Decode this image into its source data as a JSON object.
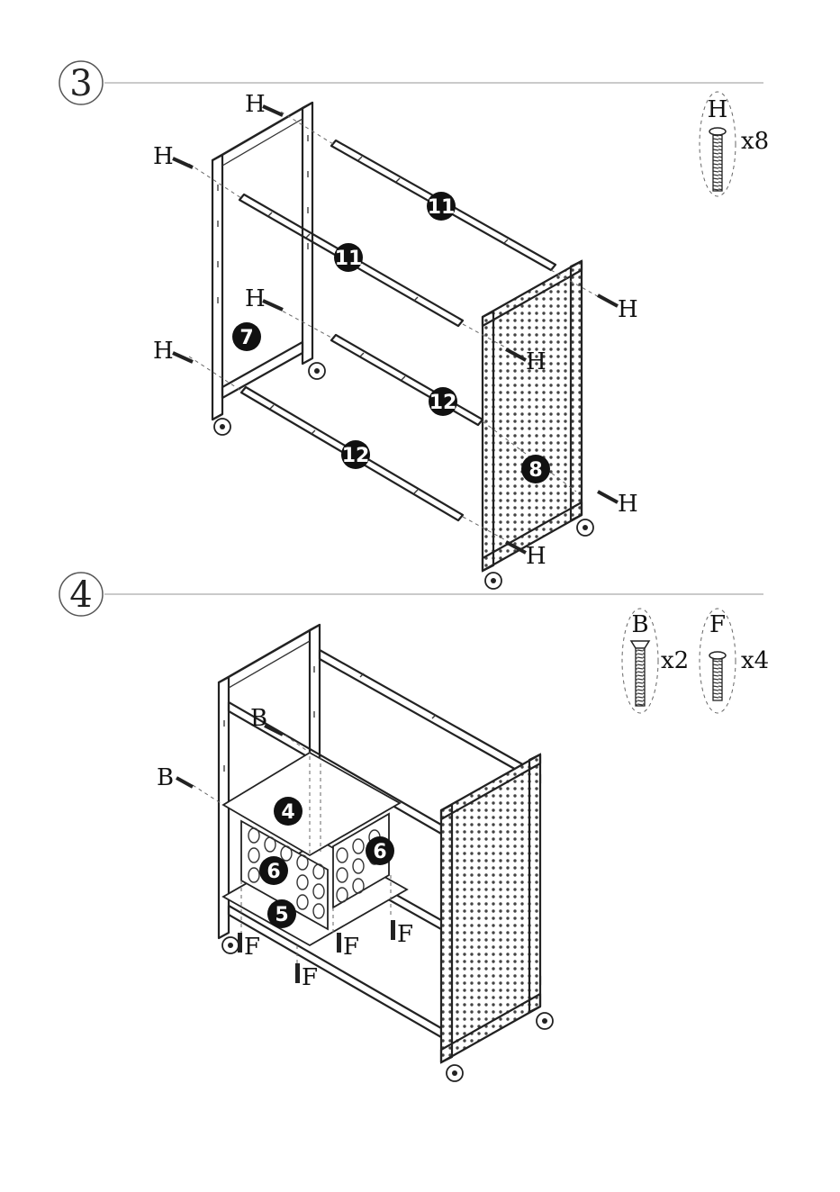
{
  "steps": [
    {
      "number": "3",
      "hardware": [
        {
          "letter": "H",
          "count": "x8"
        }
      ],
      "screw_labels": [
        "H",
        "H",
        "H",
        "H",
        "H",
        "H",
        "H",
        "H"
      ],
      "parts": [
        "7",
        "11",
        "11",
        "12",
        "12",
        "8"
      ]
    },
    {
      "number": "4",
      "hardware": [
        {
          "letter": "B",
          "count": "x2"
        },
        {
          "letter": "F",
          "count": "x4"
        }
      ],
      "screw_labels": [
        "B",
        "B",
        "F",
        "F",
        "F",
        "F"
      ],
      "parts": [
        "4",
        "6",
        "6",
        "5"
      ]
    }
  ],
  "colors": {
    "ink": "#222222",
    "badge": "#111111",
    "rule": "#aaaaaa"
  }
}
